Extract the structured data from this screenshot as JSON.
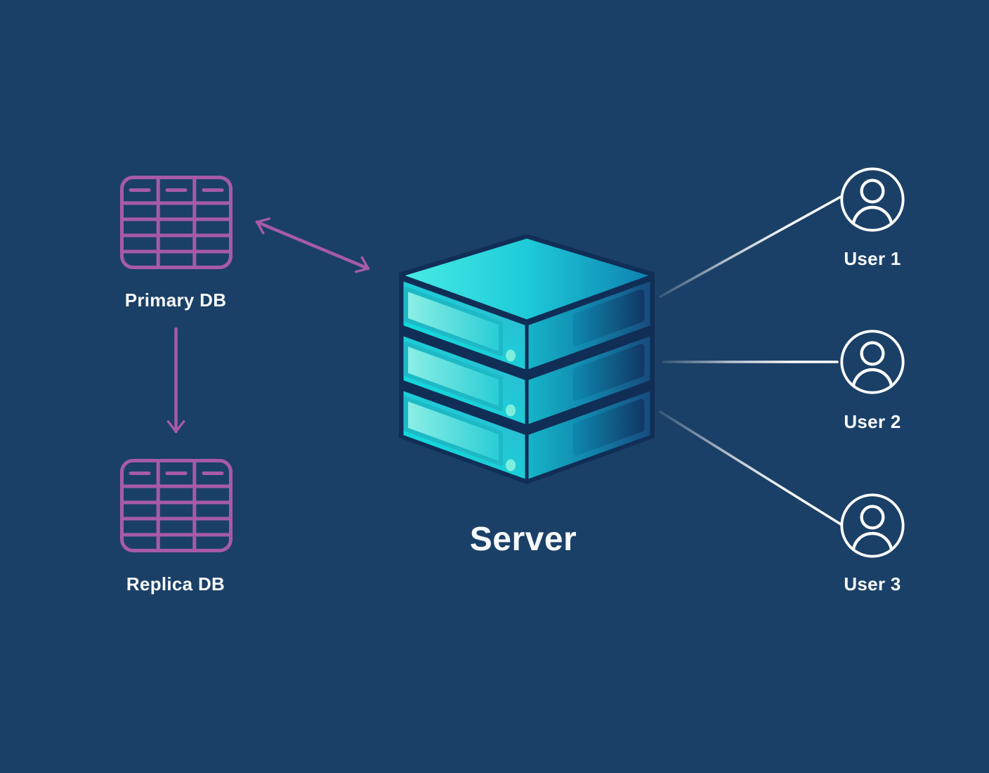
{
  "diagram": {
    "type": "architecture-diagram",
    "colors": {
      "background": "#1b4067",
      "accent_purple": "#a75ba7",
      "line_white": "#ffffff",
      "label_white": "#f7fafc",
      "server_cyan_bright": "#06e7df",
      "server_teal_mid": "#1ecbd9",
      "server_blue_dark": "#17497c",
      "server_edge_navy": "#102e56",
      "led_mint": "#7deedd"
    },
    "nodes": {
      "primary_db": {
        "label": "Primary DB",
        "icon": "table-grid-icon",
        "icon_color": "#a75ba7"
      },
      "replica_db": {
        "label": "Replica DB",
        "icon": "table-grid-icon",
        "icon_color": "#a75ba7"
      },
      "server": {
        "label": "Server",
        "icon": "server-stack-icon",
        "rack_units": 3
      },
      "users": [
        {
          "label": "User 1",
          "icon": "person-icon",
          "icon_color": "#ffffff"
        },
        {
          "label": "User 2",
          "icon": "person-icon",
          "icon_color": "#ffffff"
        },
        {
          "label": "User 3",
          "icon": "person-icon",
          "icon_color": "#ffffff"
        }
      ]
    },
    "connections": [
      {
        "from": "primary_db",
        "to": "server",
        "style": "double-headed-arrow",
        "color": "#a75ba7"
      },
      {
        "from": "primary_db",
        "to": "replica_db",
        "style": "arrow-down",
        "color": "#a75ba7"
      },
      {
        "from": "server",
        "to": "user_1",
        "style": "fading-line",
        "color": "#ffffff"
      },
      {
        "from": "server",
        "to": "user_2",
        "style": "fading-line",
        "color": "#ffffff"
      },
      {
        "from": "server",
        "to": "user_3",
        "style": "fading-line",
        "color": "#ffffff"
      }
    ]
  }
}
